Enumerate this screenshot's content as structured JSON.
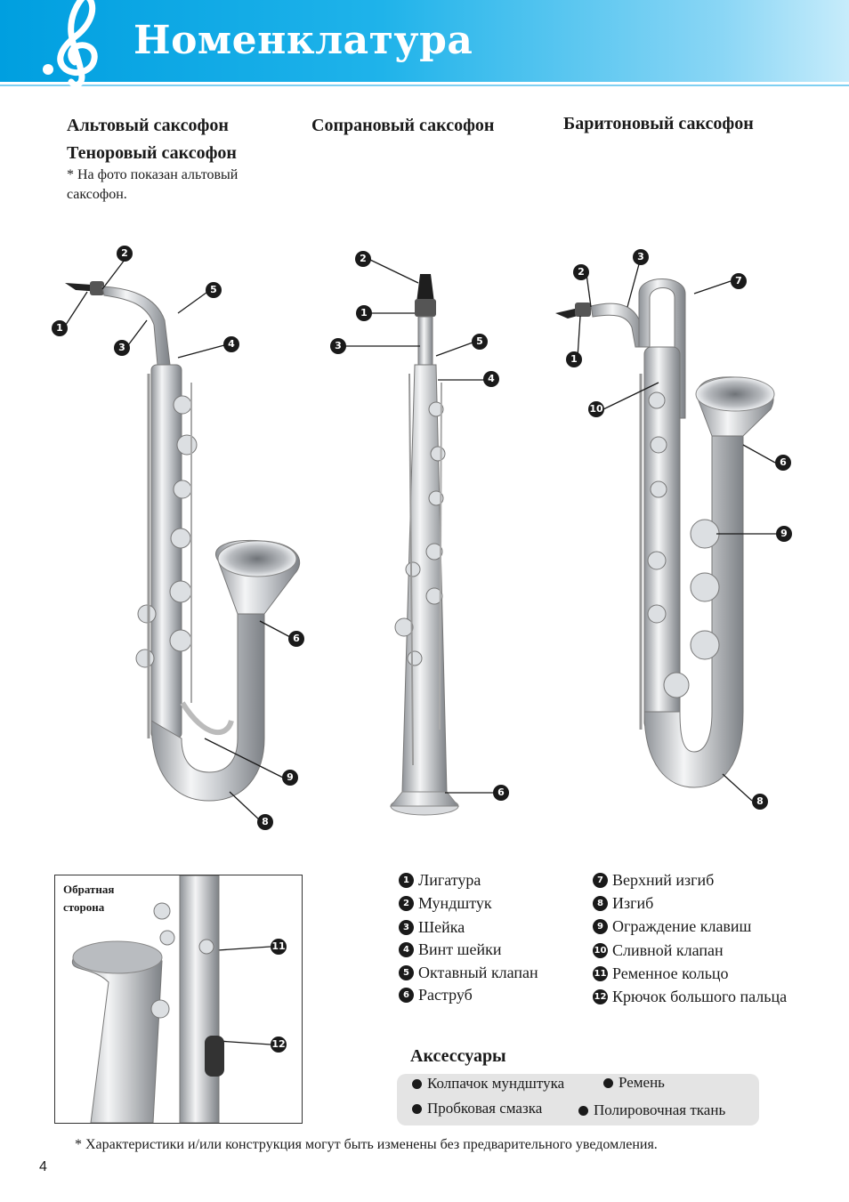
{
  "header": {
    "title": "Номенклатура"
  },
  "columns": {
    "alto_title": "Альтовый саксофон",
    "tenor_title": "Теноровый саксофон",
    "alto_note": "* На фото показан альтовый саксофон.",
    "soprano_title": "Сопрановый саксофон",
    "baritone_title": "Баритоновый саксофон"
  },
  "callout_numbers": {
    "n1": "1",
    "n2": "2",
    "n3": "3",
    "n4": "4",
    "n5": "5",
    "n6": "6",
    "n7": "7",
    "n8": "8",
    "n9": "9",
    "n10": "10",
    "n11": "11",
    "n12": "12"
  },
  "back_view": {
    "label": "Обратная сторона"
  },
  "legend": [
    {
      "num": "1",
      "label": "Лигатура"
    },
    {
      "num": "2",
      "label": "Мундштук"
    },
    {
      "num": "3",
      "label": "Шейка"
    },
    {
      "num": "4",
      "label": "Винт шейки"
    },
    {
      "num": "5",
      "label": "Октавный клапан"
    },
    {
      "num": "6",
      "label": "Раструб"
    },
    {
      "num": "7",
      "label": "Верхний изгиб"
    },
    {
      "num": "8",
      "label": "Изгиб"
    },
    {
      "num": "9",
      "label": "Ограждение клавиш"
    },
    {
      "num": "10",
      "label": "Сливной клапан"
    },
    {
      "num": "11",
      "label": "Ременное кольцо"
    },
    {
      "num": "12",
      "label": "Крючок большого пальца"
    }
  ],
  "accessories": {
    "title": "Аксессуары",
    "items": [
      "Колпачок мундштука",
      "Ремень",
      "Пробковая смазка",
      "Полировочная ткань"
    ]
  },
  "footnote": "* Характеристики и/или конструкция могут быть изменены без предварительного уведомления.",
  "page_number": "4"
}
